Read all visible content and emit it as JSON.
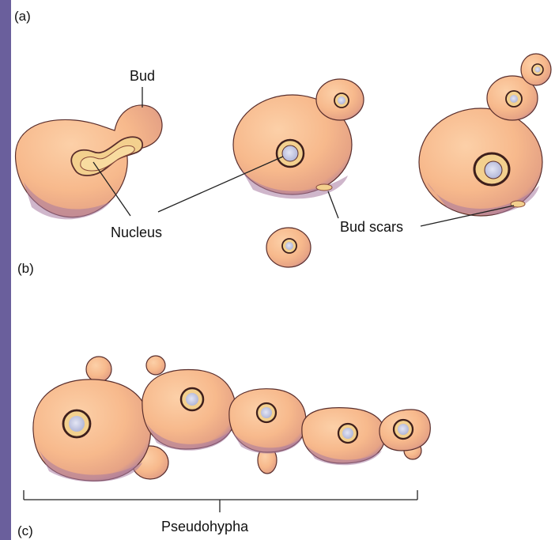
{
  "panels": {
    "a": "(a)",
    "b": "(b)",
    "c": "(c)"
  },
  "labels": {
    "bud": "Bud",
    "nucleus": "Nucleus",
    "bud_scars": "Bud scars",
    "pseudohypha": "Pseudohypha"
  },
  "colors": {
    "side_bar": "#6a5f9c",
    "cell_fill": "#f7b98c",
    "cell_shadow": "#a77aa0",
    "outline": "#5a2e2c",
    "nucleus_fill": "#cfd3ea"
  }
}
